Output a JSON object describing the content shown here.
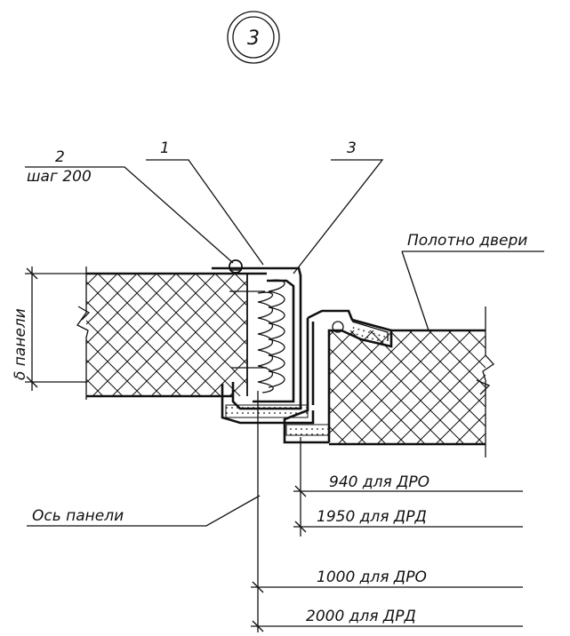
{
  "detail_number": "3",
  "callouts": {
    "item_2": "2",
    "item_2_pitch": "шаг 200",
    "item_1": "1",
    "item_3": "3",
    "door_leaf": "Полотно двери",
    "panel_thickness": "δ панели",
    "panel_axis": "Ось панели"
  },
  "dimensions": [
    "940 для ДРО",
    "1950 для ДРД",
    "1000 для ДРО",
    "2000 для ДРД"
  ]
}
